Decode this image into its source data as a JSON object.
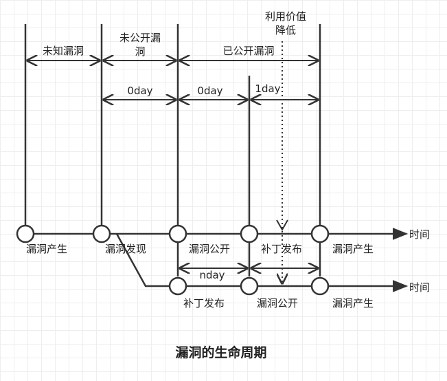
{
  "title": "漏洞的生命周期",
  "colors": {
    "line": "#333333",
    "text": "#222222",
    "node_fill": "#ffffff",
    "grid": "#eeeeee"
  },
  "phases": {
    "unknown": "未知漏洞",
    "undisclosed_line1": "未公开漏",
    "undisclosed_line2": "洞",
    "disclosed": "已公开漏洞"
  },
  "value_drop": {
    "line1": "利用价值",
    "line2": "降低"
  },
  "intervals": {
    "zero_day_1": "0day",
    "zero_day_2": "0day",
    "one_day": "1day",
    "n_day": "nday"
  },
  "timeline_main": {
    "nodes": [
      "漏洞产生",
      "漏洞发现",
      "漏洞公开",
      "补丁发布",
      "漏洞产生"
    ],
    "axis_label": "时间"
  },
  "timeline_branch": {
    "nodes": [
      "补丁发布",
      "漏洞公开",
      "漏洞产生"
    ],
    "axis_label": "时间"
  }
}
